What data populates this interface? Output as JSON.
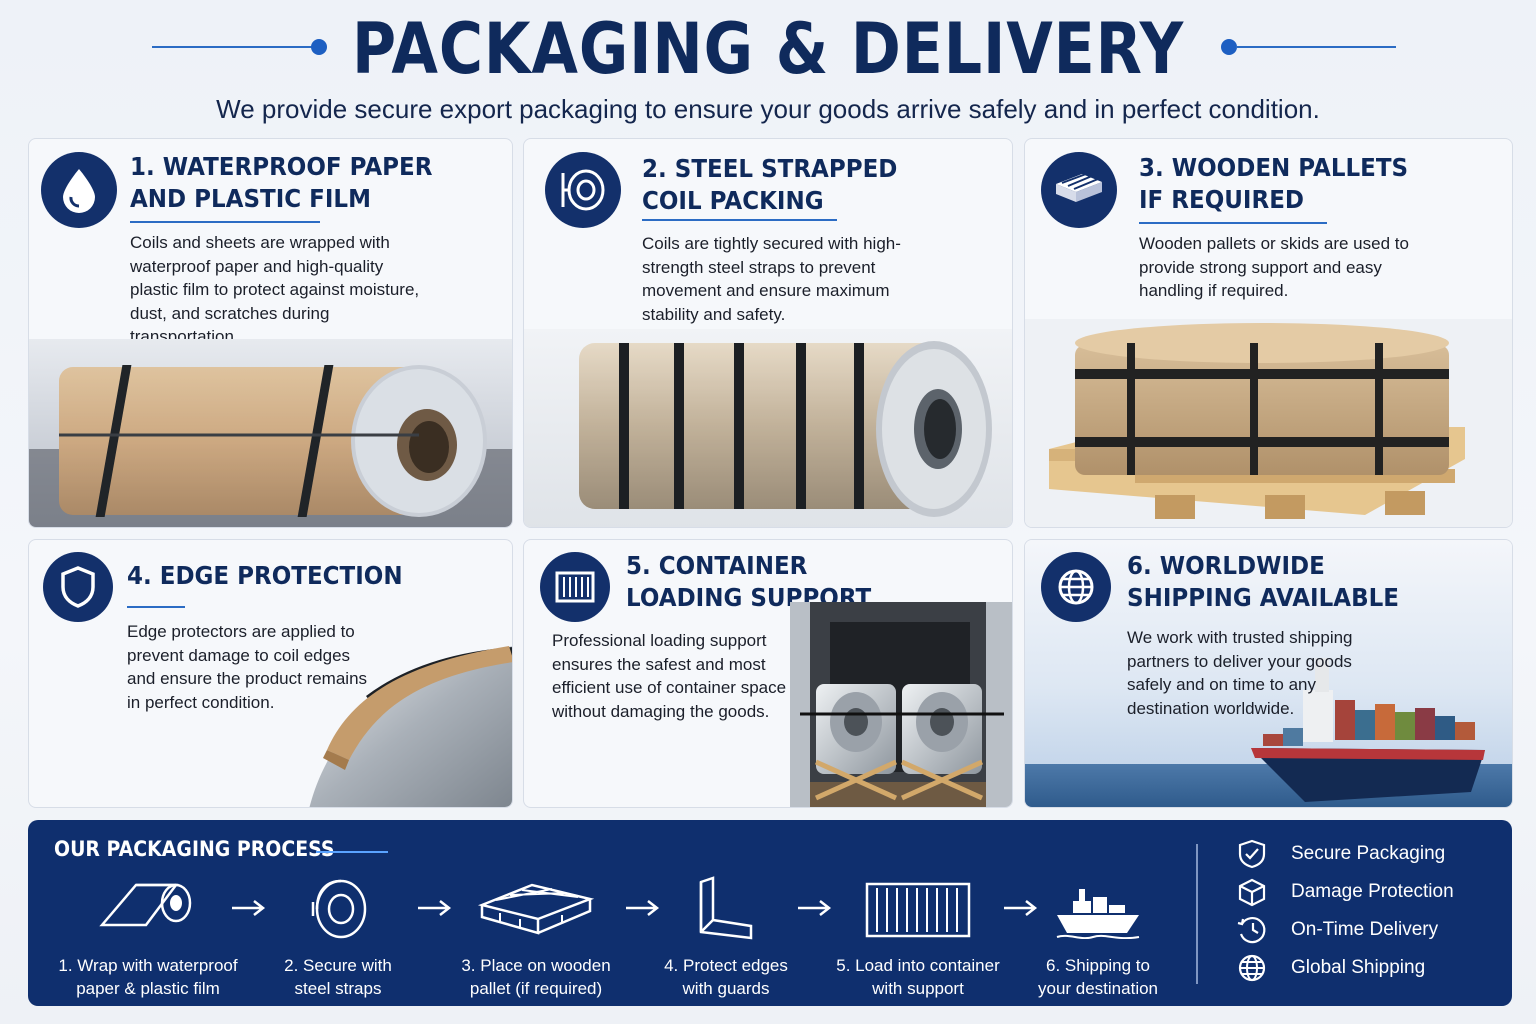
{
  "header": {
    "title": "PACKAGING & DELIVERY",
    "subtitle": "We provide secure export packaging to ensure your goods arrive safely and in perfect condition."
  },
  "cards": [
    {
      "title_line1": "1. WATERPROOF PAPER",
      "title_line2": "AND PLASTIC FILM",
      "icon": "water-drop-icon",
      "text": "Coils and sheets are wrapped with waterproof paper and high-quality plastic film to protect against moisture, dust, and scratches during transportation."
    },
    {
      "title_line1": "2.  STEEL STRAPPED",
      "title_line2": "COIL PACKING",
      "icon": "steel-coil-icon",
      "text": "Coils are tightly secured with high-strength steel straps to prevent movement and ensure maximum stability and safety."
    },
    {
      "title_line1": "3. WOODEN PALLETS",
      "title_line2": "IF REQUIRED",
      "icon": "pallet-icon",
      "text": "Wooden pallets or skids are used to provide strong support and easy handling if required."
    },
    {
      "title_line1": "4. EDGE PROTECTION",
      "title_line2": "",
      "icon": "shield-icon",
      "text": "Edge protectors are applied to prevent damage to coil edges and ensure the product remains in perfect condition."
    },
    {
      "title_line1": "5. CONTAINER",
      "title_line2": "LOADING SUPPORT",
      "icon": "container-icon",
      "text": "Professional loading support ensures the safest and most efficient use of container space without damaging the goods."
    },
    {
      "title_line1": "6. WORLDWIDE",
      "title_line2": "SHIPPING AVAILABLE",
      "icon": "globe-icon",
      "text": "We work with trusted shipping partners to deliver your goods safely and on time to any destination worldwide."
    }
  ],
  "process": {
    "title": "OUR PACKAGING PROCESS",
    "steps": [
      {
        "line1": "1. Wrap with waterproof",
        "line2": "paper & plastic film",
        "icon": "film-roll-icon"
      },
      {
        "line1": "2. Secure with",
        "line2": "steel straps",
        "icon": "coil-icon"
      },
      {
        "line1": "3. Place on wooden",
        "line2": "pallet (if required)",
        "icon": "pallet-icon"
      },
      {
        "line1": "4. Protect edges",
        "line2": "with guards",
        "icon": "edge-guard-icon"
      },
      {
        "line1": "5. Load into container",
        "line2": "with support",
        "icon": "container-icon"
      },
      {
        "line1": "6. Shipping to",
        "line2": "your destination",
        "icon": "ship-icon"
      }
    ],
    "benefits": [
      {
        "label": "Secure Packaging",
        "icon": "shield-check-icon"
      },
      {
        "label": "Damage Protection",
        "icon": "box-icon"
      },
      {
        "label": "On-Time Delivery",
        "icon": "clock-icon"
      },
      {
        "label": "Global Shipping",
        "icon": "globe-icon"
      }
    ]
  },
  "colors": {
    "navy": "#0f2a5c",
    "panel": "#0f2f6e",
    "accent": "#2b6cc4",
    "icon_circle": "#13306b"
  }
}
